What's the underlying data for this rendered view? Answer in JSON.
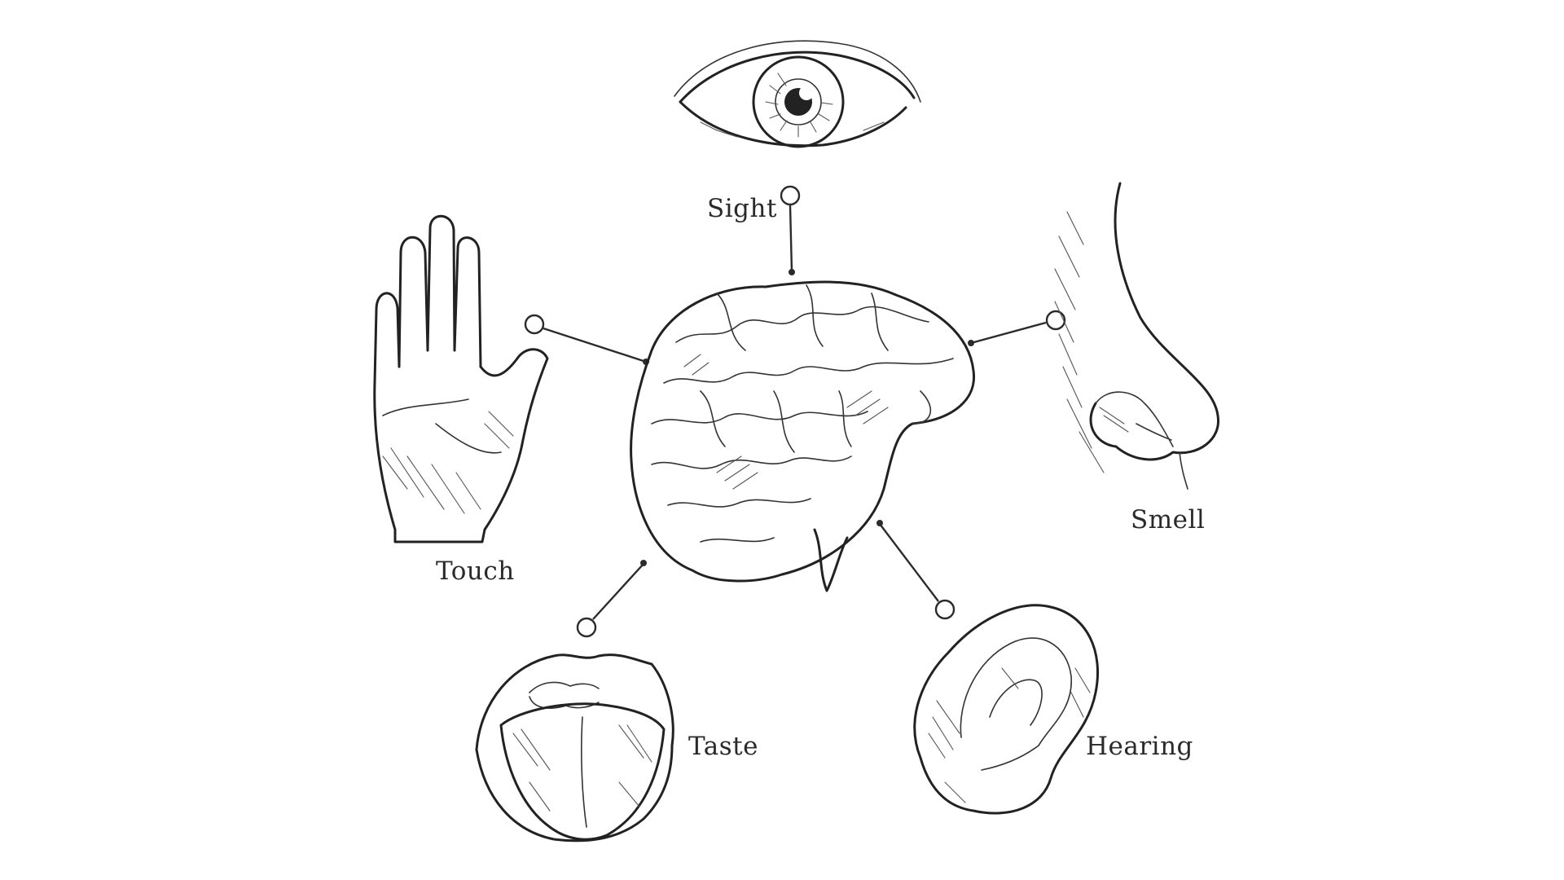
{
  "diagram": {
    "center": {
      "icon": "brain-icon"
    },
    "senses": [
      {
        "id": "sight",
        "label": "Sight",
        "icon": "eye-icon"
      },
      {
        "id": "smell",
        "label": "Smell",
        "icon": "nose-icon"
      },
      {
        "id": "touch",
        "label": "Touch",
        "icon": "hand-icon"
      },
      {
        "id": "taste",
        "label": "Taste",
        "icon": "mouth-icon"
      },
      {
        "id": "hearing",
        "label": "Hearing",
        "icon": "ear-icon"
      }
    ],
    "ink_color": "#222222",
    "background_color": "#ffffff"
  }
}
